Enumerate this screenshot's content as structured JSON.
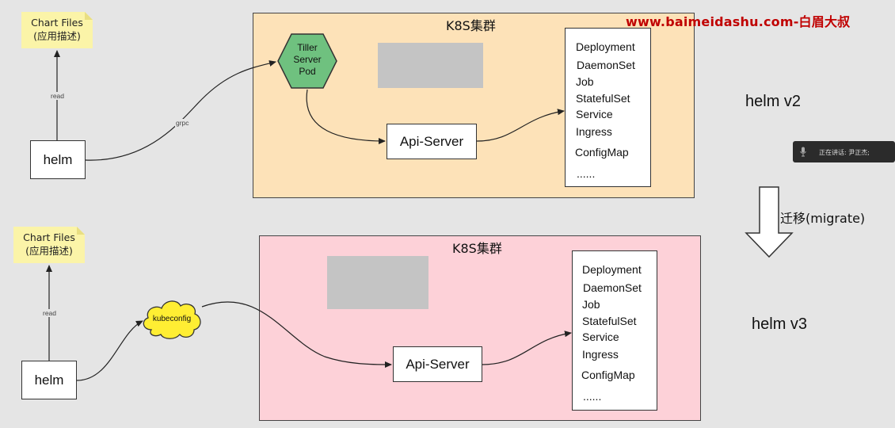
{
  "watermark": "www.baimeidashu.com-白眉大叔",
  "speaking_indicator": {
    "text": "正在讲话: 尹正杰;",
    "icon": "microphone-icon"
  },
  "v2": {
    "version_label": "helm v2",
    "cluster_title": "K8S集群",
    "cluster_color": "#fde2b8",
    "chart_note": {
      "line1": "Chart Files",
      "line2": "(应用描述)"
    },
    "helm_label": "helm",
    "read_label": "read",
    "grpc_label": "grpc",
    "tiller": {
      "line1": "Tiller",
      "line2": "Server",
      "line3": "Pod",
      "color": "#6fc17f"
    },
    "api_server": "Api-Server",
    "resources": [
      "Deployment",
      "DaemonSet",
      "Job",
      "StatefulSet",
      "Service",
      "Ingress",
      "ConfigMap",
      "......"
    ]
  },
  "migrate": {
    "label": "迁移(migrate)"
  },
  "v3": {
    "version_label": "helm v3",
    "cluster_title": "K8S集群",
    "cluster_color": "#fdd1d8",
    "chart_note": {
      "line1": "Chart Files",
      "line2": "(应用描述)"
    },
    "helm_label": "helm",
    "read_label": "read",
    "kubeconfig": {
      "label": "kubeconfig",
      "color": "#ffee33"
    },
    "api_server": "Api-Server",
    "resources": [
      "Deployment",
      "DaemonSet",
      "Job",
      "StatefulSet",
      "Service",
      "Ingress",
      "ConfigMap",
      "......"
    ]
  }
}
